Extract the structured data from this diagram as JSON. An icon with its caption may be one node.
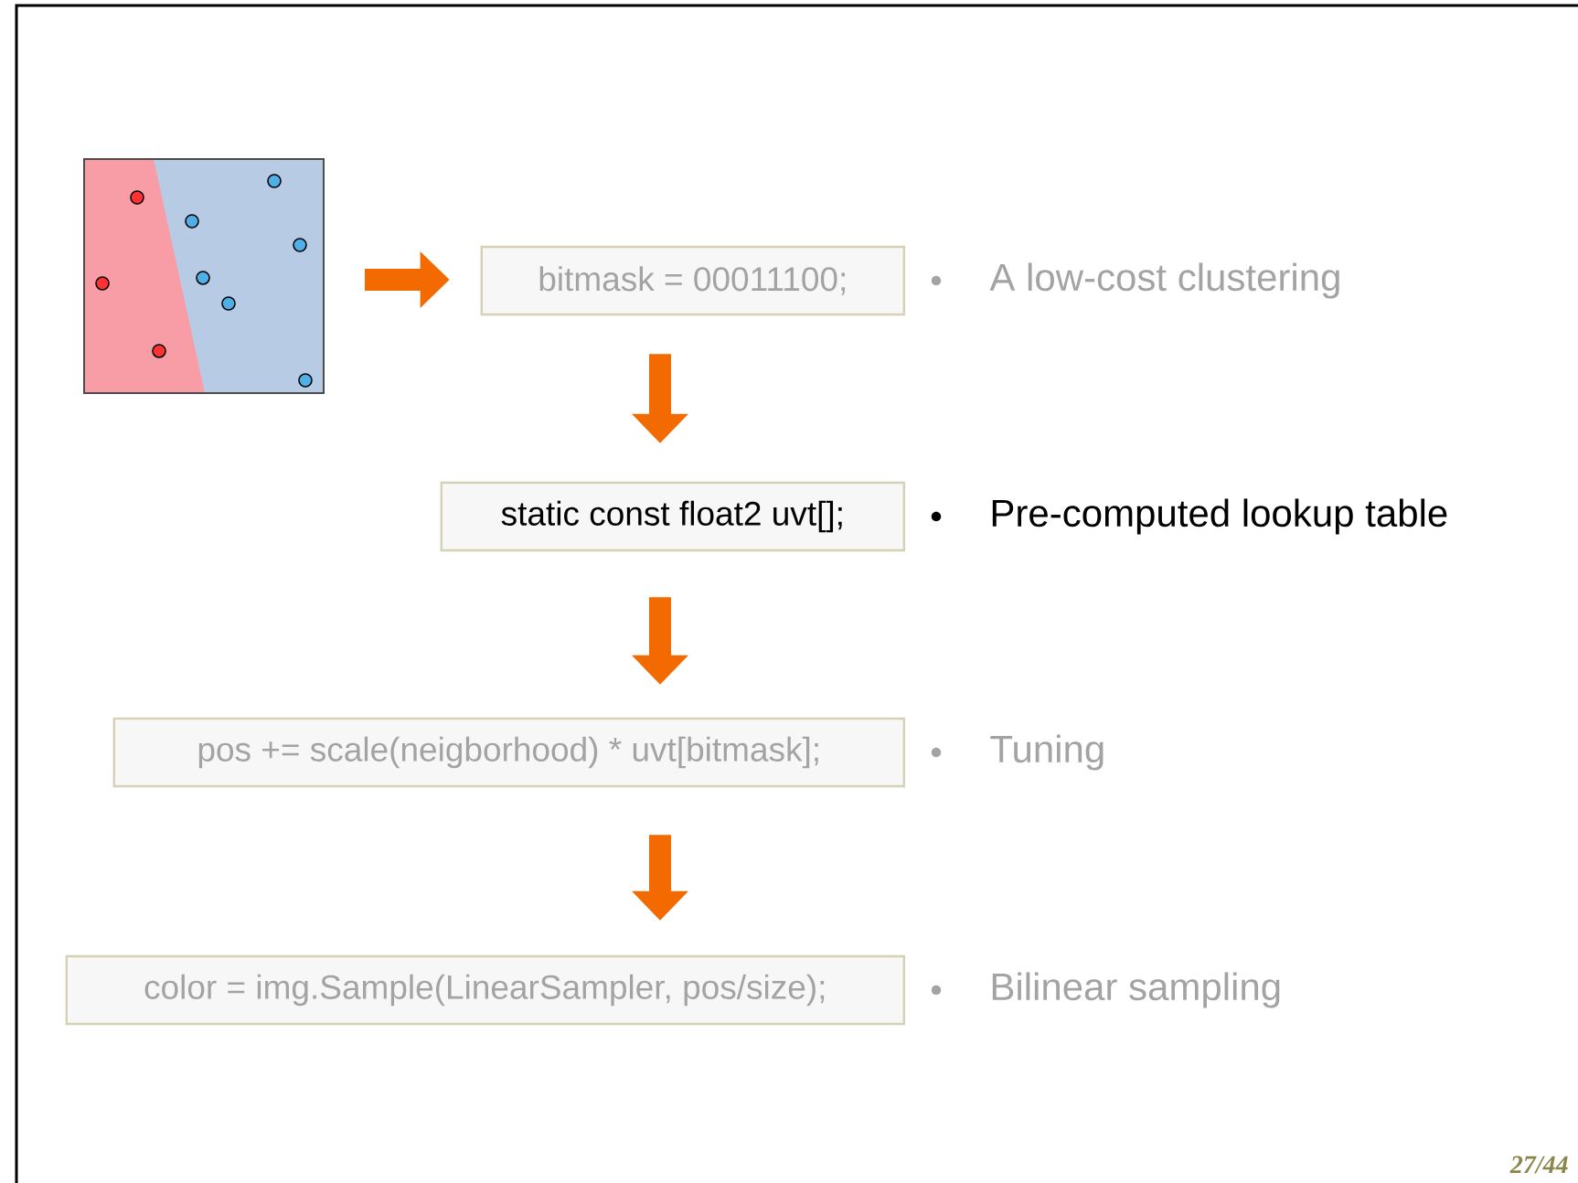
{
  "diagram": {
    "nodes": [
      {
        "text": [],
        "shape": "picture"
      },
      {
        "text": [
          "bitmask = 00011100;"
        ],
        "beside": [
          "A low-cost clustering"
        ]
      },
      {
        "text": [
          "static const float2 uvt[];"
        ],
        "beside": [
          "Pre-computed lookup table"
        ]
      },
      {
        "text": [
          "pos += scale(neigborhood) * uvt[bitmask];"
        ],
        "beside": [
          "Tuning"
        ]
      },
      {
        "text": [
          "color = img.Sample(LinearSampler, pos/size);"
        ],
        "beside": [
          "Bilinear sampling"
        ]
      }
    ],
    "edges": [
      {
        "from": 0,
        "to": 1,
        "arrow": "to"
      },
      {
        "from": 1,
        "to": 2,
        "arrow": "to"
      },
      {
        "from": 2,
        "to": 3,
        "arrow": "to"
      },
      {
        "from": 3,
        "to": 4,
        "arrow": "to"
      }
    ],
    "labels": [
      "27/44"
    ]
  }
}
